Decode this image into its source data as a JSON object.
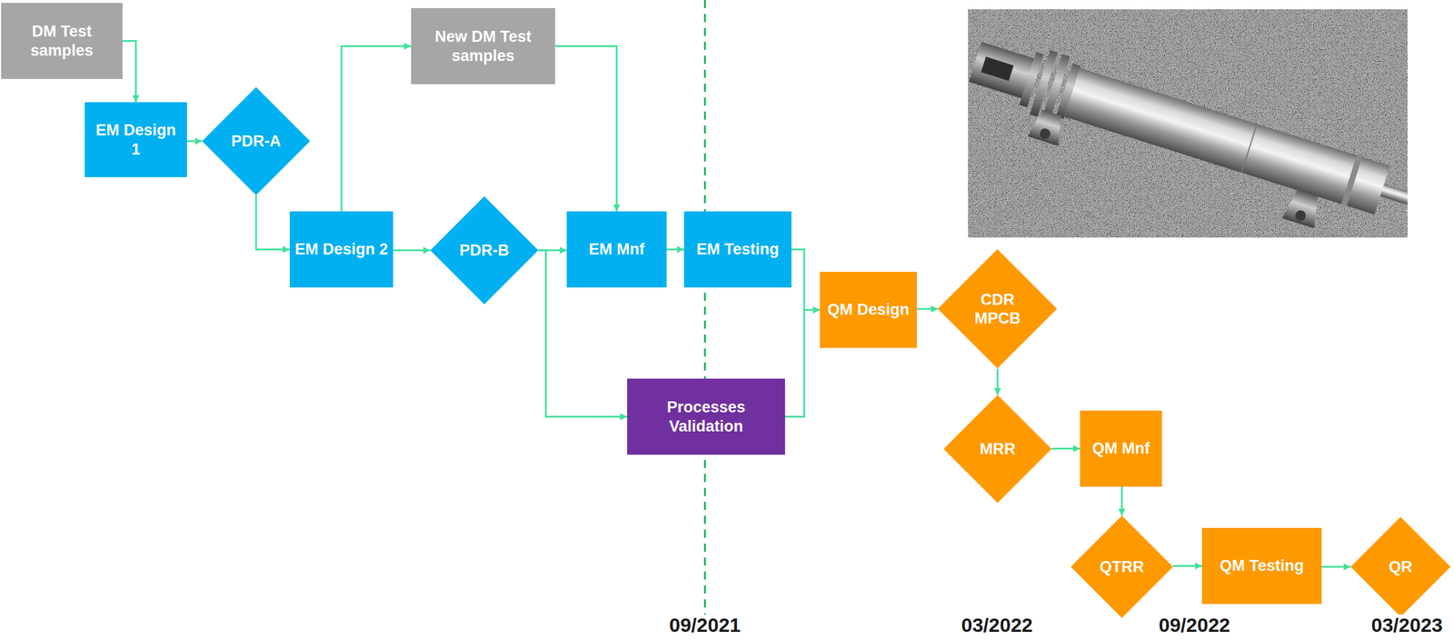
{
  "diagram": {
    "nodes": [
      {
        "text": [
          "DM Test samples"
        ]
      },
      {
        "text": [
          "EM Design 1"
        ]
      },
      {
        "text": [
          "PDR-A"
        ]
      },
      {
        "text": [
          "New DM Test samples"
        ]
      },
      {
        "text": [
          "EM Design 2"
        ]
      },
      {
        "text": [
          "PDR-B"
        ]
      },
      {
        "text": [
          "EM Mnf"
        ]
      },
      {
        "text": [
          "EM Testing"
        ]
      },
      {
        "text": [
          "Processes Validation"
        ]
      },
      {
        "text": [
          "QM Design"
        ]
      },
      {
        "text": [
          "CDR MPCB"
        ]
      },
      {
        "text": [
          "MRR"
        ]
      },
      {
        "text": [
          "QM Mnf"
        ]
      },
      {
        "text": [
          "QTRR"
        ]
      },
      {
        "text": [
          "QM Testing"
        ]
      },
      {
        "text": [
          "QR"
        ]
      }
    ],
    "edges": [
      {
        "from": 0,
        "to": 1,
        "arrow": "to"
      },
      {
        "from": 1,
        "to": 2,
        "arrow": "to"
      },
      {
        "from": 2,
        "to": 4,
        "arrow": "to"
      },
      {
        "from": 4,
        "to": 3,
        "arrow": "to"
      },
      {
        "from": 3,
        "to": 6,
        "arrow": "to"
      },
      {
        "from": 4,
        "to": 5,
        "arrow": "to"
      },
      {
        "from": 5,
        "to": 6,
        "arrow": "to"
      },
      {
        "from": 5,
        "to": 8,
        "arrow": "to"
      },
      {
        "from": 6,
        "to": 7,
        "arrow": "to"
      },
      {
        "from": 7,
        "to": 9,
        "arrow": "to"
      },
      {
        "from": 8,
        "to": 9,
        "arrow": "to"
      },
      {
        "from": 9,
        "to": 10,
        "arrow": "to"
      },
      {
        "from": 10,
        "to": 11,
        "arrow": "to"
      },
      {
        "from": 11,
        "to": 12,
        "arrow": "to"
      },
      {
        "from": 12,
        "to": 13,
        "arrow": "to"
      },
      {
        "from": 13,
        "to": 14,
        "arrow": "to"
      },
      {
        "from": 14,
        "to": 15,
        "arrow": "to"
      }
    ],
    "labels": [
      "09/2021",
      "03/2022",
      "09/2022",
      "03/2023"
    ]
  }
}
